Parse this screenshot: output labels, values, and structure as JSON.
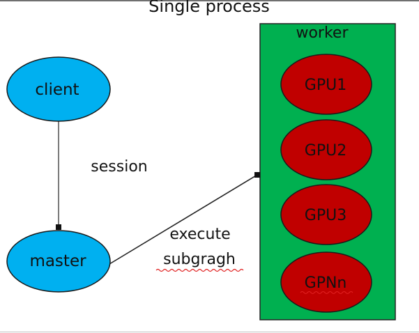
{
  "title": "Single process",
  "colors": {
    "node_blue": "#00b0f0",
    "worker_green": "#00b050",
    "gpu_red": "#c00000",
    "stroke": "#1a1a1a",
    "spellcheck": "#e02020"
  },
  "nodes": {
    "client": {
      "label": "client"
    },
    "master": {
      "label": "master"
    }
  },
  "edges": {
    "session": {
      "label": "session",
      "from": "client",
      "to": "master"
    },
    "execute": {
      "label_line1": "execute",
      "label_line2": "subgragh",
      "from": "master",
      "to": "worker"
    }
  },
  "worker": {
    "label": "worker",
    "gpus": [
      {
        "label": "GPU1"
      },
      {
        "label": "GPU2"
      },
      {
        "label": "GPU3"
      },
      {
        "label": "GPNn"
      }
    ]
  }
}
